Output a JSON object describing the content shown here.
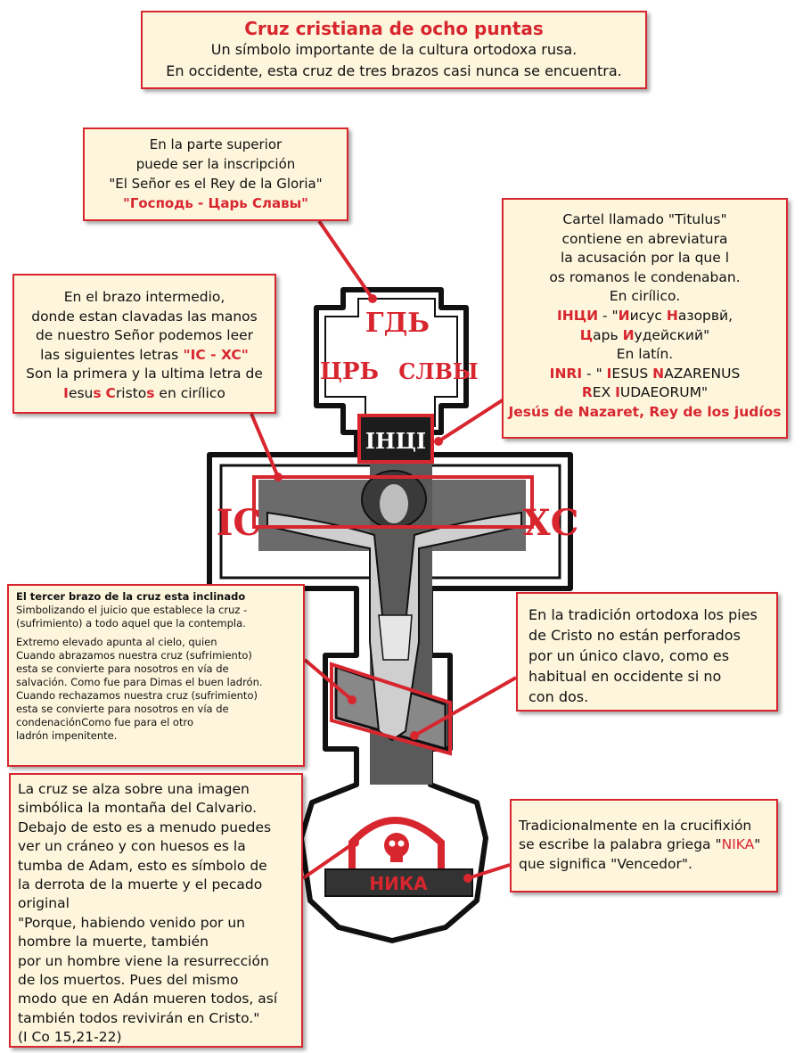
{
  "header": {
    "title": "Cruz cristiana de ocho puntas",
    "line1": "Un símbolo importante de la cultura ortodoxa rusa.",
    "line2": "En occidente, esta cruz de tres brazos casi nunca se encuentra."
  },
  "top_inscription": {
    "line1": "En la parte superior",
    "line2": "puede ser la inscripción",
    "line3": "\"El Señor es el Rey de la Gloria\"",
    "line4_red": "\"Господь - Царь Славы\""
  },
  "titulus": {
    "line1": "Cartel llamado \"Titulus\"",
    "line2": "contiene en abreviatura",
    "line3": "la acusación por la que l",
    "line4": "os romanos le condenaban.",
    "line5": "En cirílico.",
    "cyr_abbr": "ІНЦИ",
    "cyr_rest1_a": " - \"",
    "cyr_I1": "И",
    "cyr_sus": "исус ",
    "cyr_N": "Н",
    "cyr_azor": "азорвй,",
    "cyr_Ts": "Ц",
    "cyr_ar": "арь ",
    "cyr_I2": "И",
    "cyr_udey": "удейский\"",
    "line8": "En latín.",
    "lat_abbr": "INRI",
    "lat_a": " - \" ",
    "lat_I": "I",
    "lat_esus": "ESUS ",
    "lat_N": "N",
    "lat_azar": "AZARENUS",
    "lat_R": "R",
    "lat_ex": "EX ",
    "lat_I2": "I",
    "lat_udae": "UDAEORUM\"",
    "line11_red": "Jesús de Nazaret, Rey de los judíos"
  },
  "middle_arm": {
    "line1": "En el brazo intermedio,",
    "line2": "donde estan clavadas las manos",
    "line3": "de nuestro Señor podemos leer",
    "line4": "las siguientes letras",
    "line4_red": " \"IC - XC\"",
    "line5": "Son la primera y la ultima letra de",
    "i_red": "I",
    "esu": "esu",
    "s_red": "s",
    "sp": " ",
    "c_red": "C",
    "risto": "risto",
    "s2_red": "s",
    "tail": " en cirílico"
  },
  "third_arm": {
    "heading": "El tercer brazo de la cruz esta inclinado",
    "lines": [
      "Simbolizando el juicio que establece la cruz -",
      "(sufrimiento) a todo aquel que la contempla.",
      "",
      "Extremo elevado apunta al cielo, quien",
      "Cuando abrazamos nuestra cruz  (sufrimiento)",
      "esta se convierte para nosotros en vía de",
      "salvación. Como fue para Dimas el buen ladrón.",
      "Cuando rechazamos nuestra cruz  (sufrimiento)",
      "esta se convierte para nosotros en vía de",
      "condenaciónComo fue para el otro",
      " ladrón impenitente."
    ]
  },
  "feet": {
    "lines": [
      "En la tradición ortodoxa los pies",
      "de Cristo no están perforados",
      "por un único clavo, como es",
      "habitual en occidente si no",
      "con dos."
    ]
  },
  "calvary": {
    "lines": [
      "La cruz se alza sobre una imagen",
      "simbólica la montaña del Calvario.",
      "Debajo de esto es a menudo puedes",
      "ver un cráneo y con huesos es la",
      "tumba de Adam, esto es símbolo de",
      "la derrota de la muerte y el pecado",
      "original",
      " \"Porque, habiendo venido por un",
      "hombre la muerte, también",
      "por un hombre viene la resurrección",
      "de los muertos. Pues del mismo",
      "modo que en Adán mueren todos, así",
      "también todos revivirán en Cristo.\"",
      "(I Co 15,21-22)"
    ]
  },
  "nika": {
    "line1": "Tradicionalmente en la crucifixión",
    "line2_a": "se escribe la palabra griega \"",
    "line2_red": "NIKA",
    "line2_b": "\"",
    "line3": "que significa \"Vencedor\"."
  },
  "cross_glyphs": {
    "top_word": "ГДЬ",
    "top_left": "ЦРЬ",
    "top_right": "СЛВЫ",
    "titulus_letters": "ІНЦІ",
    "arm_left": "ІС",
    "arm_right": "ХС",
    "nika_word": "НИКА"
  },
  "colors": {
    "accent": "#d8262f",
    "box_bg": "#fdf5dc",
    "cross_fill": "#ffffff",
    "cross_dark": "#222222"
  }
}
